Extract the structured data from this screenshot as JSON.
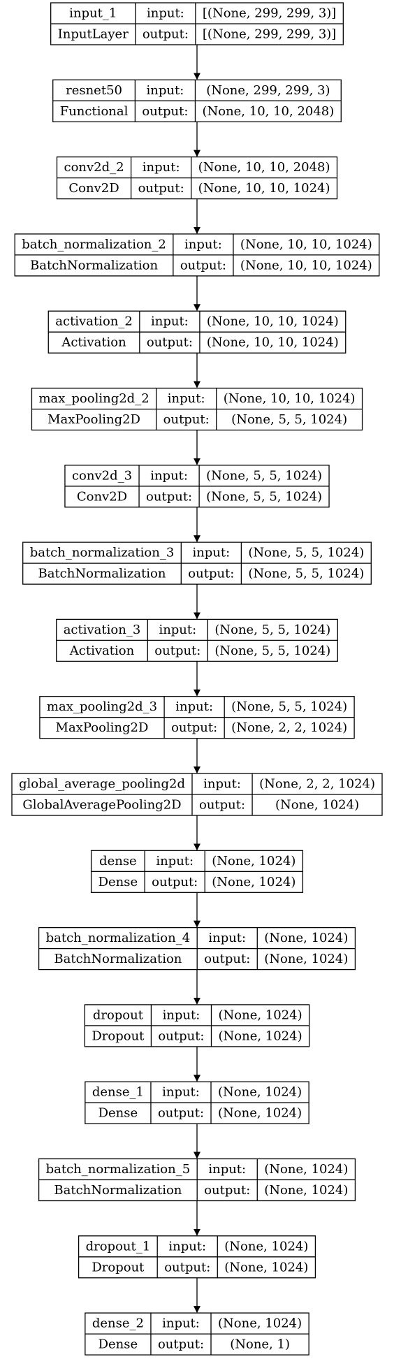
{
  "layers": [
    {
      "name": "input_1",
      "type": "InputLayer",
      "input_label": "input:",
      "output_label": "output:",
      "input_shape": "[(None, 299, 299, 3)]",
      "output_shape": "[(None, 299, 299, 3)]"
    },
    {
      "name": "resnet50",
      "type": "Functional",
      "input_label": "input:",
      "output_label": "output:",
      "input_shape": "(None, 299, 299, 3)",
      "output_shape": "(None, 10, 10, 2048)"
    },
    {
      "name": "conv2d_2",
      "type": "Conv2D",
      "input_label": "input:",
      "output_label": "output:",
      "input_shape": "(None, 10, 10, 2048)",
      "output_shape": "(None, 10, 10, 1024)"
    },
    {
      "name": "batch_normalization_2",
      "type": "BatchNormalization",
      "input_label": "input:",
      "output_label": "output:",
      "input_shape": "(None, 10, 10, 1024)",
      "output_shape": "(None, 10, 10, 1024)"
    },
    {
      "name": "activation_2",
      "type": "Activation",
      "input_label": "input:",
      "output_label": "output:",
      "input_shape": "(None, 10, 10, 1024)",
      "output_shape": "(None, 10, 10, 1024)"
    },
    {
      "name": "max_pooling2d_2",
      "type": "MaxPooling2D",
      "input_label": "input:",
      "output_label": "output:",
      "input_shape": "(None, 10, 10, 1024)",
      "output_shape": "(None, 5, 5, 1024)"
    },
    {
      "name": "conv2d_3",
      "type": "Conv2D",
      "input_label": "input:",
      "output_label": "output:",
      "input_shape": "(None, 5, 5, 1024)",
      "output_shape": "(None, 5, 5, 1024)"
    },
    {
      "name": "batch_normalization_3",
      "type": "BatchNormalization",
      "input_label": "input:",
      "output_label": "output:",
      "input_shape": "(None, 5, 5, 1024)",
      "output_shape": "(None, 5, 5, 1024)"
    },
    {
      "name": "activation_3",
      "type": "Activation",
      "input_label": "input:",
      "output_label": "output:",
      "input_shape": "(None, 5, 5, 1024)",
      "output_shape": "(None, 5, 5, 1024)"
    },
    {
      "name": "max_pooling2d_3",
      "type": "MaxPooling2D",
      "input_label": "input:",
      "output_label": "output:",
      "input_shape": "(None, 5, 5, 1024)",
      "output_shape": "(None, 2, 2, 1024)"
    },
    {
      "name": "global_average_pooling2d",
      "type": "GlobalAveragePooling2D",
      "input_label": "input:",
      "output_label": "output:",
      "input_shape": "(None, 2, 2, 1024)",
      "output_shape": "(None, 1024)"
    },
    {
      "name": "dense",
      "type": "Dense",
      "input_label": "input:",
      "output_label": "output:",
      "input_shape": "(None, 1024)",
      "output_shape": "(None, 1024)"
    },
    {
      "name": "batch_normalization_4",
      "type": "BatchNormalization",
      "input_label": "input:",
      "output_label": "output:",
      "input_shape": "(None, 1024)",
      "output_shape": "(None, 1024)"
    },
    {
      "name": "dropout",
      "type": "Dropout",
      "input_label": "input:",
      "output_label": "output:",
      "input_shape": "(None, 1024)",
      "output_shape": "(None, 1024)"
    },
    {
      "name": "dense_1",
      "type": "Dense",
      "input_label": "input:",
      "output_label": "output:",
      "input_shape": "(None, 1024)",
      "output_shape": "(None, 1024)"
    },
    {
      "name": "batch_normalization_5",
      "type": "BatchNormalization",
      "input_label": "input:",
      "output_label": "output:",
      "input_shape": "(None, 1024)",
      "output_shape": "(None, 1024)"
    },
    {
      "name": "dropout_1",
      "type": "Dropout",
      "input_label": "input:",
      "output_label": "output:",
      "input_shape": "(None, 1024)",
      "output_shape": "(None, 1024)"
    },
    {
      "name": "dense_2",
      "type": "Dense",
      "input_label": "input:",
      "output_label": "output:",
      "input_shape": "(None, 1024)",
      "output_shape": "(None, 1)"
    }
  ],
  "colors": {
    "line": "#000000",
    "text": "#000000",
    "background": "#ffffff"
  }
}
